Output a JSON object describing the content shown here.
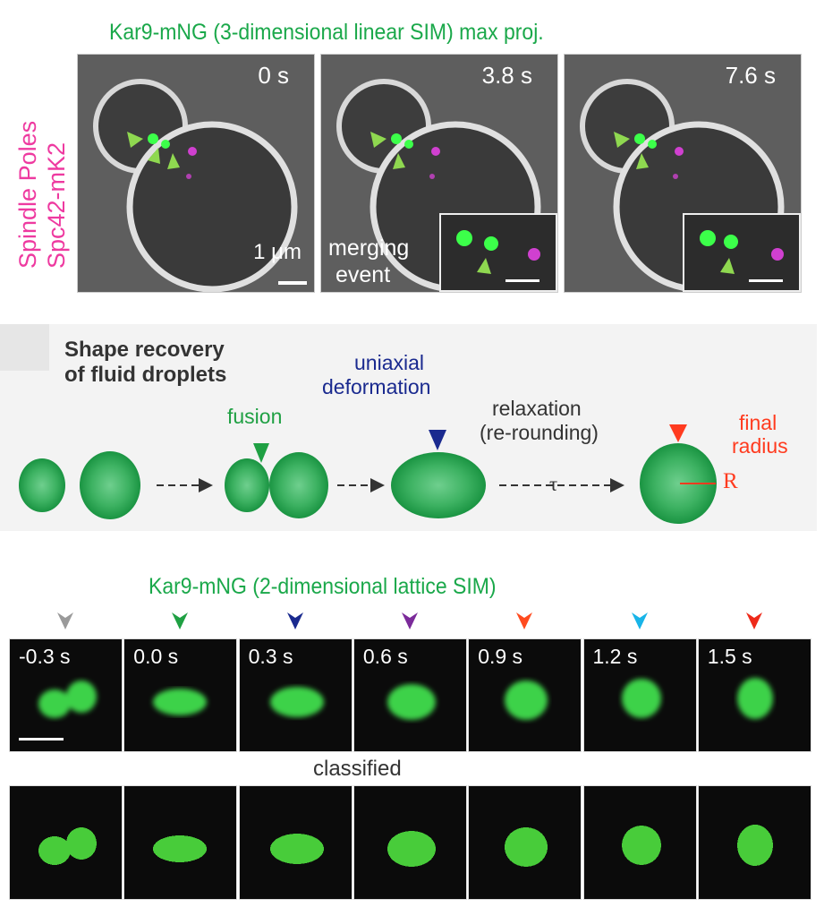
{
  "top": {
    "title": "Kar9-mNG (3-dimensional linear SIM) max proj.",
    "side_label_1": "Spindle Poles",
    "side_label_2": "Spc42-mK2",
    "panels": [
      {
        "time": "0 s"
      },
      {
        "time": "3.8 s"
      },
      {
        "time": "7.6 s"
      }
    ],
    "scale_label": "1 μm",
    "merging_label_1": "merging",
    "merging_label_2": "event"
  },
  "schematic": {
    "title_1": "Shape recovery",
    "title_2": "of fluid droplets",
    "fusion": "fusion",
    "deformation_1": "uniaxial",
    "deformation_2": "deformation",
    "relaxation_1": "relaxation",
    "relaxation_2": "(re-rounding)",
    "tau": "τ",
    "final_1": "final",
    "final_2": "radius",
    "R": "R",
    "colors": {
      "fusion": "#1fa043",
      "deformation": "#1a2a8f",
      "final": "#ff3b1f",
      "droplet": "#1f9a45"
    }
  },
  "bottom": {
    "title": "Kar9-mNG (2-dimensional lattice SIM)",
    "classified_label": "classified",
    "frames": [
      {
        "time": "-0.3 s",
        "marker": "#9a9a9a"
      },
      {
        "time": "0.0 s",
        "marker": "#1fa043"
      },
      {
        "time": "0.3 s",
        "marker": "#1a2a8f"
      },
      {
        "time": "0.6 s",
        "marker": "#7b2a9a"
      },
      {
        "time": "0.9 s",
        "marker": "#ff4b1f"
      },
      {
        "time": "1.2 s",
        "marker": "#18b4e8"
      },
      {
        "time": "1.5 s",
        "marker": "#ee2a1a"
      }
    ]
  }
}
